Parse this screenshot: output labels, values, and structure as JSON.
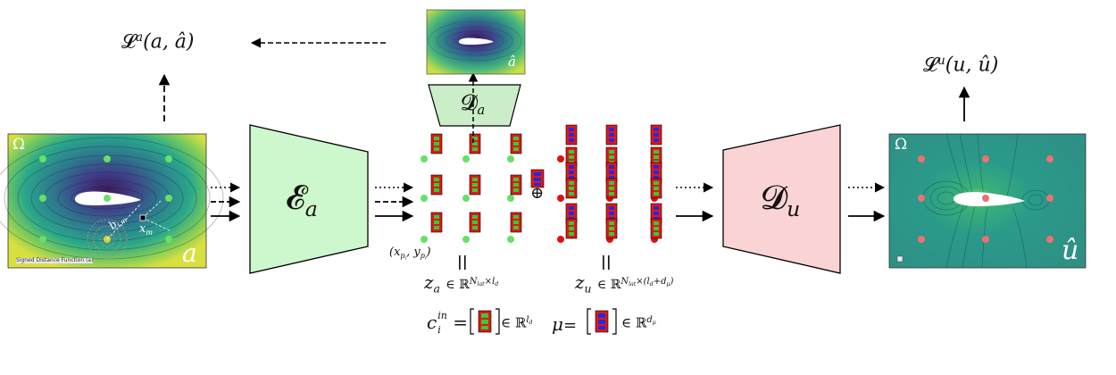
{
  "loss_a": {
    "symbol": "𝓛",
    "sup": "a",
    "args": "(a, â)"
  },
  "loss_u": {
    "symbol": "𝓛",
    "sup": "u",
    "args": "(u, û)"
  },
  "encoder": {
    "symbol": "𝓔",
    "sub": "a"
  },
  "decoder_u": {
    "symbol": "𝓓",
    "sub": "u"
  },
  "decoder_a": {
    "symbol": "𝓓",
    "sub": "a"
  },
  "input_panel": {
    "omega": "Ω",
    "corner_label": "a",
    "sdf_caption": "Signed Distance Function (a)",
    "b_label": "b",
    "b_sub": "i,m",
    "x_label": "x",
    "x_sub": "m"
  },
  "recon_panel": {
    "label": "â"
  },
  "output_panel": {
    "omega": "Ω",
    "corner_label": "û"
  },
  "point_label": {
    "text": "(x",
    "sub1": "p",
    "sub2": "i",
    "sep": ", y",
    "end": ")"
  },
  "za": {
    "z": "z",
    "sub": "a",
    "rel": "∈ ℝ",
    "sup_1": "N",
    "sup_2": "lat",
    "sup_3": "×l",
    "sup_4": "d",
    "eq": "||"
  },
  "zu": {
    "z": "z",
    "sub": "u",
    "rel": "∈ ℝ",
    "sup_1": "N",
    "sup_2": "lat",
    "sup_3": "×(l",
    "sup_4": "d",
    "sup_5": "+d",
    "sup_6": "μ",
    "sup_7": ")",
    "eq": "||"
  },
  "oplus": "⊕",
  "legend": {
    "c_text": "c",
    "c_sup": "in",
    "c_sub": "i",
    "c_eq": "=",
    "c_in": "∈ ℝ",
    "c_dim": "l",
    "c_dim_sub": "d",
    "mu_text": "μ",
    "mu_eq": "=",
    "mu_in": "∈ ℝ",
    "mu_dim": "d",
    "mu_dim_sub": "μ"
  },
  "colors": {
    "encoder_fill": "#cdf7cc",
    "decoder_u_fill": "#fad4d4",
    "decoder_a_fill": "#cbeec8",
    "token_red": "#e01818",
    "token_green": "#33cc33",
    "token_blue": "#2828d8",
    "point_green": "#66e066",
    "point_red": "#e01010",
    "point_salmon": "#f07070",
    "field_dark": "#3b1a5a",
    "field_teal": "#2a9a8a",
    "field_yellow": "#d8e040"
  }
}
